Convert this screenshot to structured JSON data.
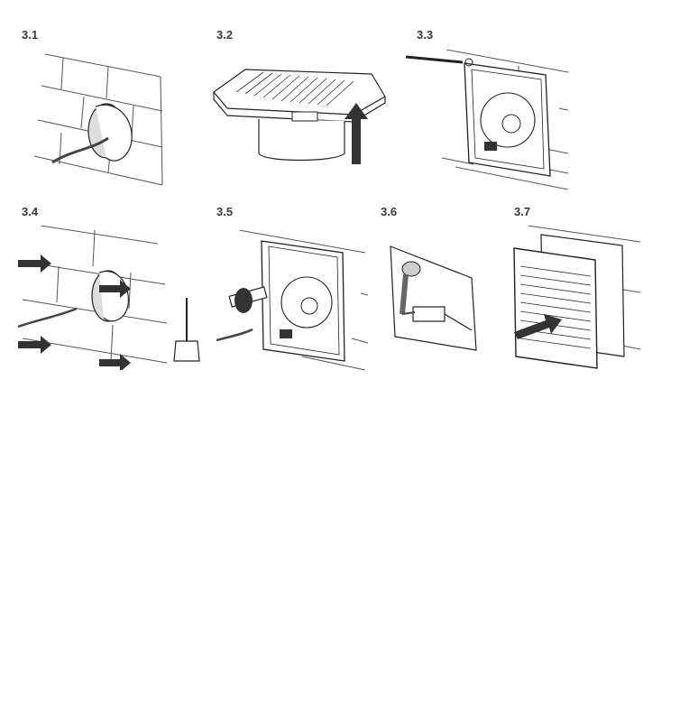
{
  "steps": [
    {
      "label": "3.1",
      "icon": "wall-duct-cable-icon"
    },
    {
      "label": "3.2",
      "icon": "fan-housing-icon"
    },
    {
      "label": "3.3",
      "icon": "screwdriver-pry-icon"
    },
    {
      "label": "3.4",
      "icon": "wall-plugs-drill-icon"
    },
    {
      "label": "3.5",
      "icon": "screw-mount-icon"
    },
    {
      "label": "3.6",
      "icon": "wiring-terminal-icon"
    },
    {
      "label": "3.7",
      "icon": "front-grille-icon"
    }
  ],
  "colors": {
    "ink": "#222222",
    "label": "#3a3a3a",
    "arrow": "#333333",
    "background": "#ffffff"
  }
}
